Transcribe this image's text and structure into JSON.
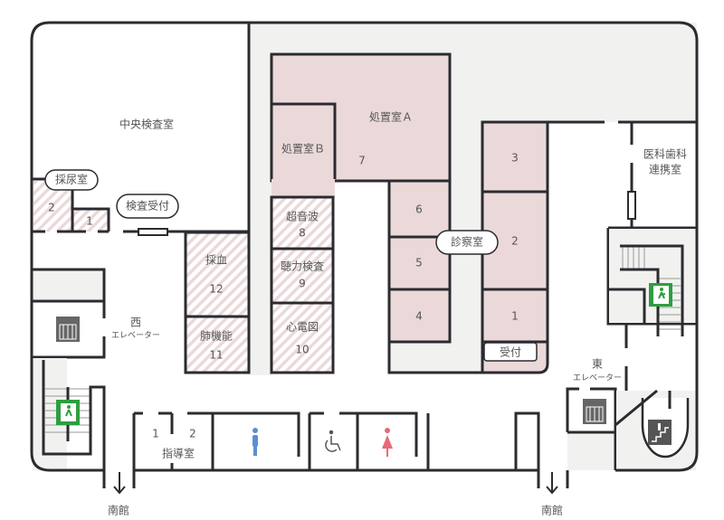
{
  "map": {
    "rooms": {
      "central_lab": "中央検査室",
      "urine_room": "採尿室",
      "urine_1": "1",
      "urine_2": "2",
      "lab_reception": "検査受付",
      "blood": {
        "name": "採血",
        "num": "12"
      },
      "lung": {
        "name": "肺機能",
        "num": "11"
      },
      "treatment_a": "処置室Ａ",
      "treatment_b": "処置室Ｂ",
      "room_7": "7",
      "ultrasound": {
        "name": "超音波",
        "num": "8"
      },
      "hearing": {
        "name": "聴力検査",
        "num": "9"
      },
      "ecg": {
        "name": "心電図",
        "num": "10"
      },
      "exam_rooms_label": "診察室",
      "exam_left": [
        "6",
        "5",
        "4"
      ],
      "exam_right": [
        "3",
        "2",
        "1"
      ],
      "reception": "受付",
      "dental": [
        "医科歯科",
        "連携室"
      ],
      "guidance": {
        "name": "指導室",
        "nums": [
          "1",
          "2"
        ]
      }
    },
    "elevators": {
      "west": [
        "西",
        "エレベーター"
      ],
      "east": [
        "東",
        "エレベーター"
      ]
    },
    "exits": {
      "south_left": "南館",
      "south_right": "南館"
    },
    "colors": {
      "exam_pink": "#ebd9da",
      "corridor_gray": "#f1f2f0",
      "wall": "#2b2b30",
      "exit_green": "#2e9e3e",
      "men_blue": "#5b8fd0",
      "women_red": "#e8687a"
    }
  }
}
